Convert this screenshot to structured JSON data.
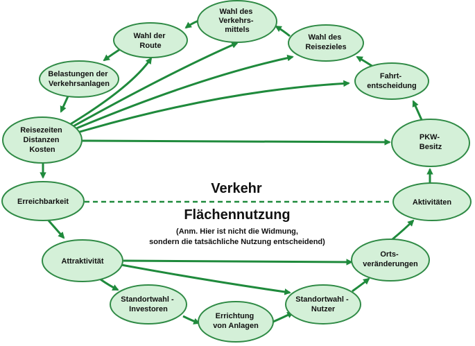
{
  "nodes": {
    "wahl_verkehrsmittel": [
      "Wahl des",
      "Verkehrs-",
      "mittels"
    ],
    "wahl_route": [
      "Wahl der",
      "Route"
    ],
    "wahl_reiseziel": [
      "Wahl des",
      "Reisezieles"
    ],
    "belastungen": [
      "Belastungen der",
      "Verkehrsanlagen"
    ],
    "fahrtentscheidung": [
      "Fahrt-",
      "entscheidung"
    ],
    "reisezeiten": [
      "Reisezeiten",
      "Distanzen",
      "Kosten"
    ],
    "pkw_besitz": [
      "PKW-",
      "Besitz"
    ],
    "erreichbarkeit": [
      "Erreichbarkeit"
    ],
    "aktivitaeten": [
      "Aktivitäten"
    ],
    "attraktivitaet": [
      "Attraktivität"
    ],
    "ortsveraenderungen": [
      "Orts-",
      "veränderungen"
    ],
    "standortwahl_investoren": [
      "Standortwahl -",
      "Investoren"
    ],
    "standortwahl_nutzer": [
      "Standortwahl -",
      "Nutzer"
    ],
    "errichtung": [
      "Errichtung",
      "von Anlagen"
    ]
  },
  "divider": {
    "top_label": "Verkehr",
    "bottom_label": "Flächennutzung",
    "note_line1": "(Anm. Hier ist nicht die Widmung,",
    "note_line2": "sondern die tatsächliche Nutzung entscheidend)"
  },
  "colors": {
    "node_fill": "#d4f0d8",
    "node_stroke": "#2f8a45",
    "arrow": "#1f8a3c"
  }
}
